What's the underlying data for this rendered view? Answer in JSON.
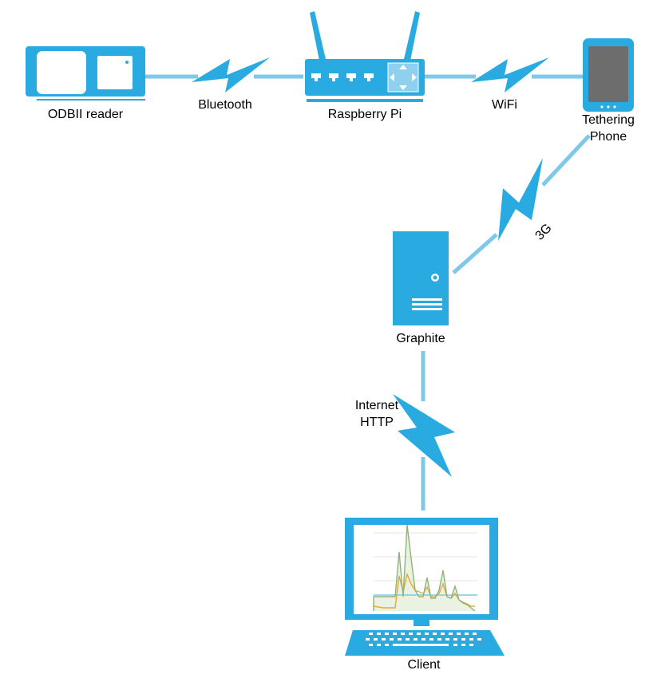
{
  "diagram": {
    "nodes": {
      "odbii": {
        "label": "ODBII reader",
        "icon": "obd-reader-icon"
      },
      "raspberry": {
        "label": "Raspberry Pi",
        "icon": "router-icon"
      },
      "phone": {
        "label_line1": "Tethering",
        "label_line2": "Phone",
        "icon": "smartphone-icon"
      },
      "graphite": {
        "label": "Graphite",
        "icon": "server-icon"
      },
      "client": {
        "label": "Client",
        "icon": "laptop-icon"
      }
    },
    "links": {
      "bluetooth": {
        "label": "Bluetooth"
      },
      "wifi": {
        "label": "WiFi"
      },
      "threeg": {
        "label": "3G"
      },
      "internet": {
        "label_line1": "Internet",
        "label_line2": "HTTP"
      }
    }
  },
  "colors": {
    "device": "#29abe2",
    "link_line": "#7fc8e8",
    "phone_screen": "#6d6d6d",
    "chart_green": "#8db47a",
    "chart_orange": "#e8a83a",
    "chart_blue": "#7ec9e6"
  }
}
